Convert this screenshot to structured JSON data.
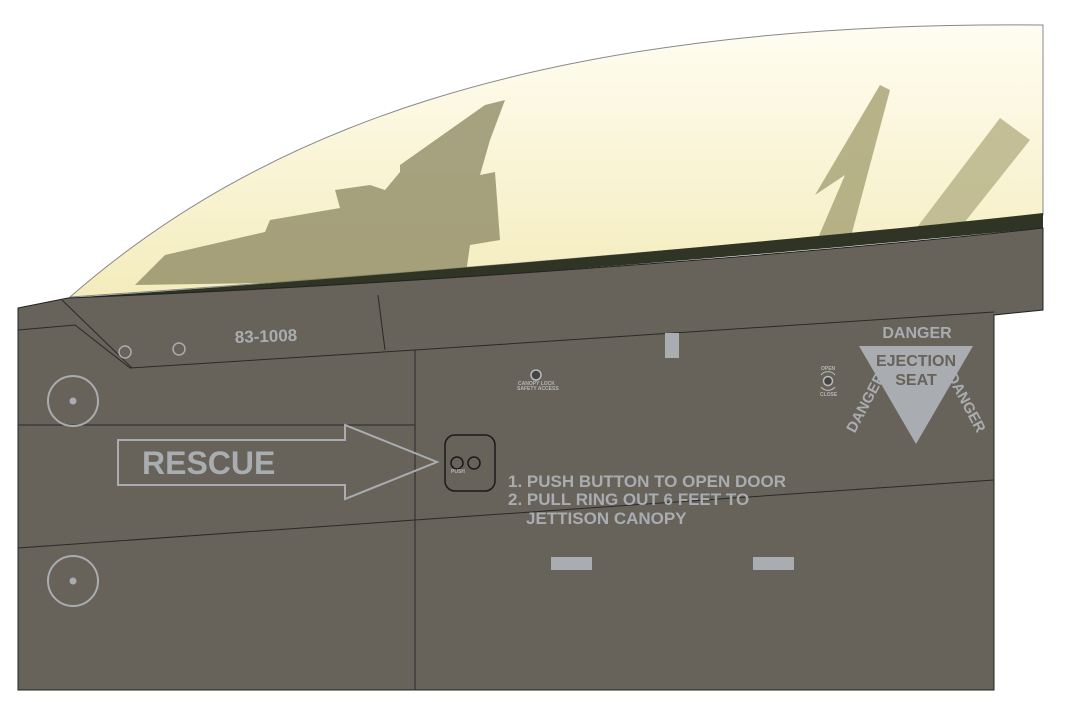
{
  "tail_number": "83-1008",
  "rescue_label": "RESCUE",
  "instructions": [
    "1. PUSH BUTTON TO OPEN DOOR",
    "2. PULL RING OUT 6 FEET TO",
    "JETTISON CANOPY"
  ],
  "canopy_lock": [
    "CANOPY LOCK",
    "SAFETY ACCESS"
  ],
  "switch": {
    "open": "OPEN",
    "close": "CLOSE"
  },
  "rescue_button_label": "PUSH",
  "warning": {
    "top": "DANGER",
    "center_line1": "EJECTION",
    "center_line2": "SEAT",
    "left": "DANGER",
    "right": "DANGER"
  },
  "colors": {
    "fuselage": "#67625a",
    "canopy_tint": "#f7f0c4",
    "canopy_frame": "#2f3424",
    "marking": "#a9acb0"
  }
}
